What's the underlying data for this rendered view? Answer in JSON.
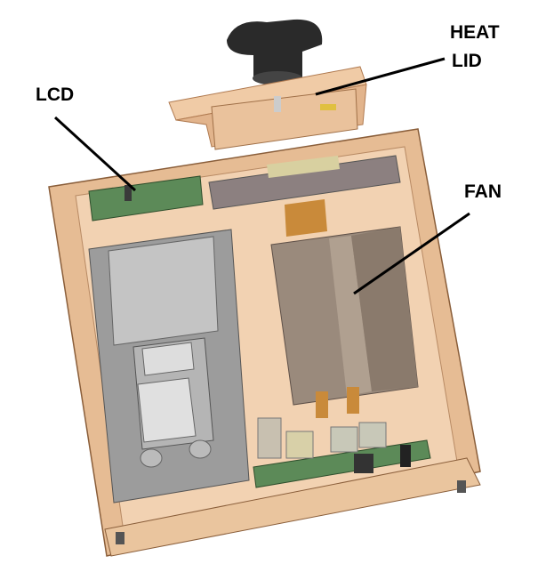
{
  "labels": {
    "heat_lid_line1": "HEAT",
    "heat_lid_line2": "LID",
    "lcd": "LCD",
    "fan": "FAN"
  },
  "colors": {
    "wood": "#e8c09a",
    "wood_dark": "#c99a72",
    "floor": "#f1cfad",
    "pcb": "#5c8a58",
    "fan": "#8e7f72",
    "panel": "#9a9a9a",
    "knob": "#2a2a2a"
  }
}
